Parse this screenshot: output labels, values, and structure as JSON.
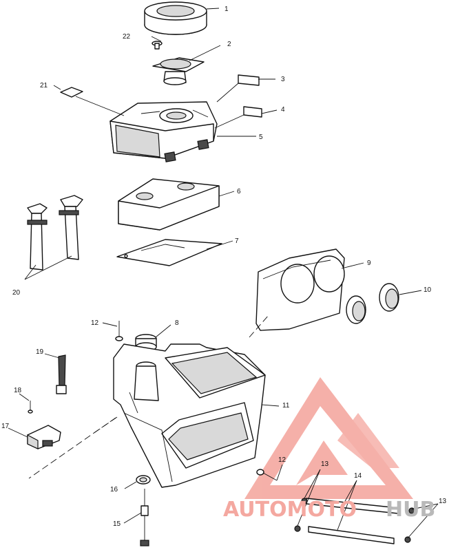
{
  "callouts": {
    "c1": "1",
    "c2": "2",
    "c3": "3",
    "c4": "4",
    "c5": "5",
    "c6": "6",
    "c7": "7",
    "c8": "8",
    "c9": "9",
    "c10": "10",
    "c11": "11",
    "c12a": "12",
    "c12b": "12",
    "c13a": "13",
    "c13b": "13",
    "c14": "14",
    "c15": "15",
    "c16": "16",
    "c17": "17",
    "c18": "18",
    "c19": "19",
    "c20": "20",
    "c21": "21",
    "c22": "22"
  },
  "watermark": {
    "text_part1": "AUTOMOTO",
    "text_part2": "HUB",
    "color_primary": "#f4a8a0",
    "color_secondary": "#b9b9b9"
  }
}
